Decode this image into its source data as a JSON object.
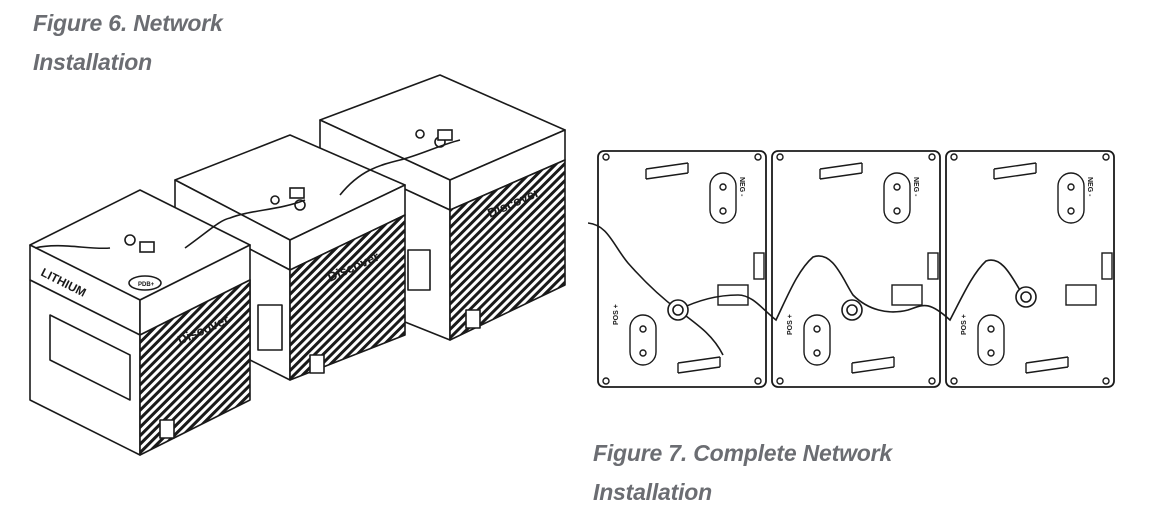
{
  "figure6": {
    "caption_line1": "Figure 6. Network",
    "caption_line2": "Installation",
    "battery_labels": [
      "LITHIUM",
      "Discover",
      "Discover",
      "Discover"
    ],
    "port_label": "PDB+"
  },
  "figure7": {
    "caption_line1": "Figure 7. Complete Network",
    "caption_line2": "Installation",
    "neg_label": "NEG -",
    "pos_label": "POS +"
  },
  "colors": {
    "caption": "#6b6d72",
    "line": "#1a1a1a"
  }
}
